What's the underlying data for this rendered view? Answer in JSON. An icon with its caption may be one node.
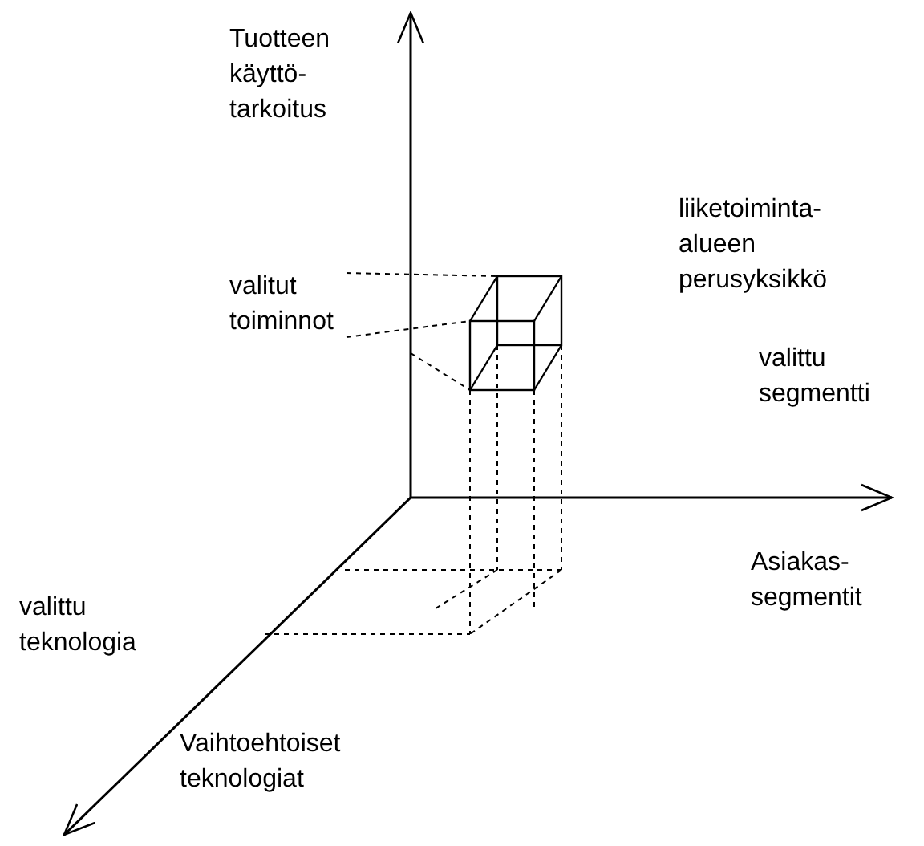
{
  "diagram": {
    "labels": [
      "Tuotteen käyttö- tarkoitus",
      "liiketoiminta- alueen perusyksikkö",
      "valitut toiminnot",
      "valittu segmentti",
      "Asiakas- segmentit",
      "valittu teknologia",
      "Vaihtoehtoiset teknologiat"
    ]
  }
}
